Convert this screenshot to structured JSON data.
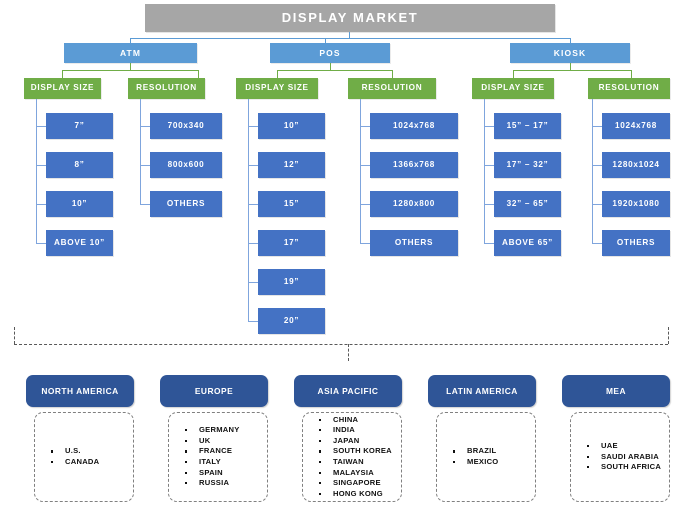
{
  "title": "DISPLAY MARKET",
  "colors": {
    "root": "#a6a6a6",
    "level1": "#5b9bd5",
    "category": "#70ad47",
    "leaf": "#4472c4",
    "region": "#2f5597",
    "dashed_border": "#808080"
  },
  "segments": [
    {
      "name": "ATM",
      "categories": [
        {
          "label": "DISPLAY SIZE",
          "items": [
            "7”",
            "8”",
            "10”",
            "ABOVE 10”"
          ]
        },
        {
          "label": "RESOLUTION",
          "items": [
            "700x340",
            "800x600",
            "OTHERS"
          ]
        }
      ]
    },
    {
      "name": "POS",
      "categories": [
        {
          "label": "DISPLAY SIZE",
          "items": [
            "10”",
            "12”",
            "15”",
            "17”",
            "19”",
            "20”"
          ]
        },
        {
          "label": "RESOLUTION",
          "items": [
            "1024x768",
            "1366x768",
            "1280x800",
            "OTHERS"
          ]
        }
      ]
    },
    {
      "name": "KIOSK",
      "categories": [
        {
          "label": "DISPLAY SIZE",
          "items": [
            "15” – 17”",
            "17” – 32”",
            "32” – 65”",
            "ABOVE 65”"
          ]
        },
        {
          "label": "RESOLUTION",
          "items": [
            "1024x768",
            "1280x1024",
            "1920x1080",
            "OTHERS"
          ]
        }
      ]
    }
  ],
  "regions": [
    {
      "name": "NORTH AMERICA",
      "countries": [
        "U.S.",
        "CANADA"
      ]
    },
    {
      "name": "EUROPE",
      "countries": [
        "GERMANY",
        "UK",
        "FRANCE",
        "ITALY",
        "SPAIN",
        "RUSSIA"
      ]
    },
    {
      "name": "ASIA PACIFIC",
      "countries": [
        "CHINA",
        "INDIA",
        "JAPAN",
        "SOUTH KOREA",
        "TAIWAN",
        "MALAYSIA",
        "SINGAPORE",
        "HONG KONG"
      ]
    },
    {
      "name": "LATIN AMERICA",
      "countries": [
        "BRAZIL",
        "MEXICO"
      ]
    },
    {
      "name": "MEA",
      "countries": [
        "UAE",
        "SAUDI ARABIA",
        "SOUTH AFRICA"
      ]
    }
  ]
}
